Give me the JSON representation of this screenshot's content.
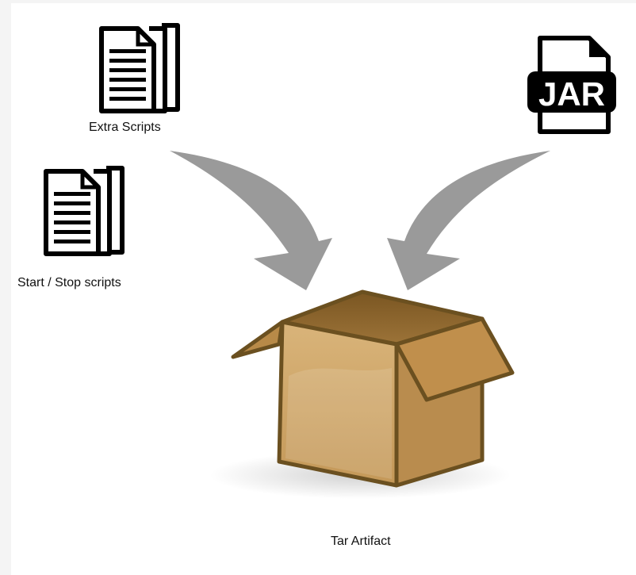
{
  "labels": {
    "extra_scripts": "Extra Scripts",
    "start_stop_scripts": "Start / Stop scripts",
    "tar_artifact": "Tar Artifact",
    "jar_badge": "JAR"
  },
  "colors": {
    "arrow": "#9a9a9a",
    "box_front": "#c8a064",
    "box_side": "#b98c4e",
    "box_inside": "#8a6430",
    "box_outline": "#6b5020",
    "icon": "#000000"
  },
  "icons": [
    "documents-icon",
    "documents-icon",
    "jar-file-icon",
    "box-icon",
    "arrow-icon",
    "arrow-icon"
  ]
}
